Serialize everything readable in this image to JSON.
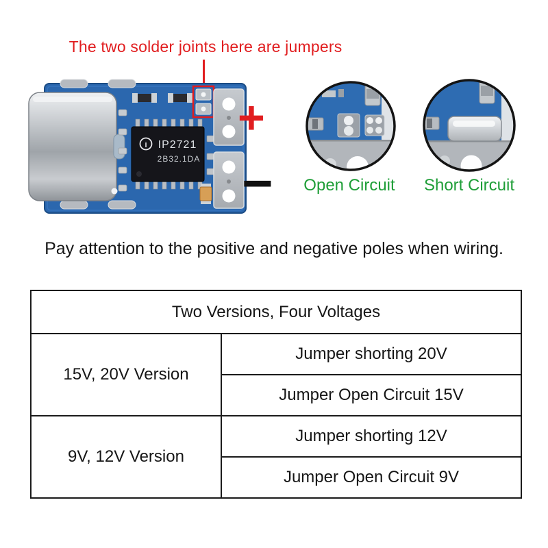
{
  "annotation": {
    "text": "The two solder joints here are jumpers"
  },
  "module": {
    "chip": {
      "brand_mark": "i",
      "line1": "IP2721",
      "line2": "2B32.1DA"
    },
    "polarity": {
      "positive": "+",
      "negative": "−"
    }
  },
  "insets": {
    "open": {
      "label": "Open Circuit"
    },
    "short": {
      "label": "Short Circuit"
    }
  },
  "caption": {
    "text": "Pay attention to the positive and negative poles when wiring."
  },
  "table": {
    "title": "Two Versions, Four Voltages",
    "rows": [
      {
        "version": "15V, 20V Version",
        "options": [
          "Jumper shorting 20V",
          "Jumper Open Circuit 15V"
        ]
      },
      {
        "version": "9V, 12V Version",
        "options": [
          "Jumper shorting 12V",
          "Jumper Open Circuit 9V"
        ]
      }
    ]
  },
  "colors": {
    "annotation_red": "#e11d1f",
    "label_green": "#1f9e38",
    "pcb_blue": "#2b67ae",
    "table_border": "#1a1a1a"
  }
}
